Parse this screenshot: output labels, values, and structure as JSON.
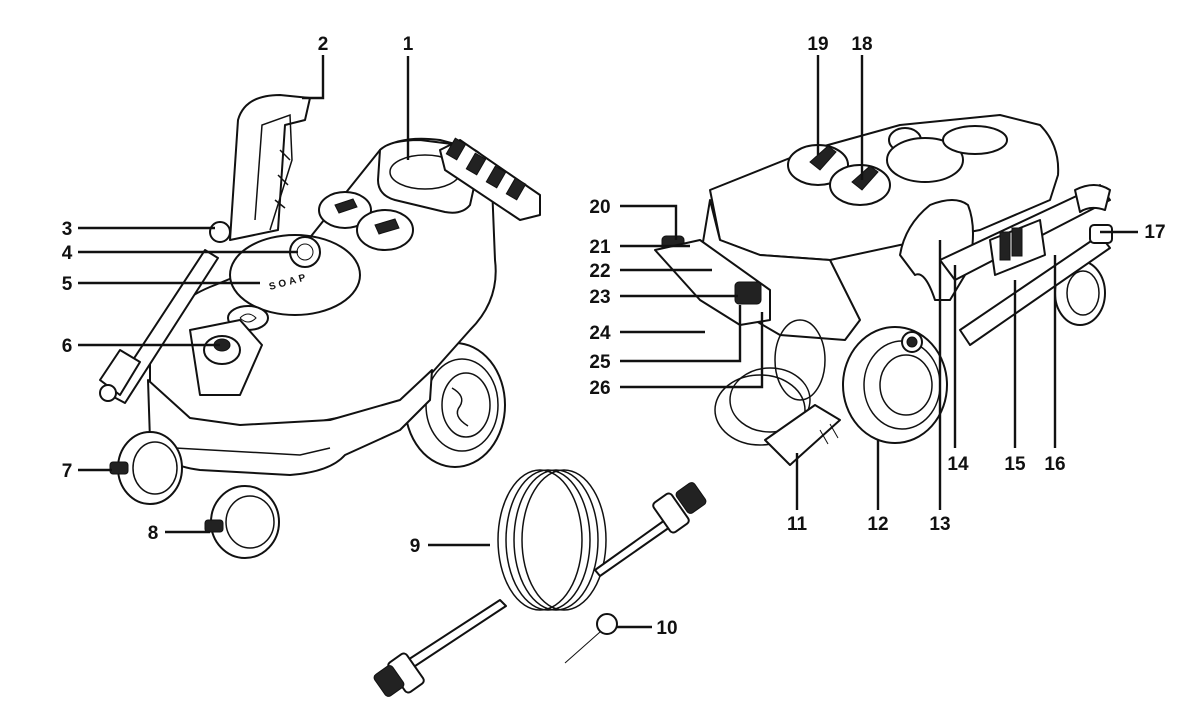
{
  "callouts": [
    {
      "id": "1",
      "text": "1"
    },
    {
      "id": "2",
      "text": "2"
    },
    {
      "id": "3",
      "text": "3"
    },
    {
      "id": "4",
      "text": "4"
    },
    {
      "id": "5",
      "text": "5"
    },
    {
      "id": "6",
      "text": "6"
    },
    {
      "id": "7",
      "text": "7"
    },
    {
      "id": "8",
      "text": "8"
    },
    {
      "id": "9",
      "text": "9"
    },
    {
      "id": "10",
      "text": "10"
    },
    {
      "id": "11",
      "text": "11"
    },
    {
      "id": "12",
      "text": "12"
    },
    {
      "id": "13",
      "text": "13"
    },
    {
      "id": "14",
      "text": "14"
    },
    {
      "id": "15",
      "text": "15"
    },
    {
      "id": "16",
      "text": "16"
    },
    {
      "id": "17",
      "text": "17"
    },
    {
      "id": "18",
      "text": "18"
    },
    {
      "id": "19",
      "text": "19"
    },
    {
      "id": "20",
      "text": "20"
    },
    {
      "id": "21",
      "text": "21"
    },
    {
      "id": "22",
      "text": "22"
    },
    {
      "id": "23",
      "text": "23"
    },
    {
      "id": "24",
      "text": "24"
    },
    {
      "id": "25",
      "text": "25"
    },
    {
      "id": "26",
      "text": "26"
    }
  ],
  "cap_text": "SOAP"
}
